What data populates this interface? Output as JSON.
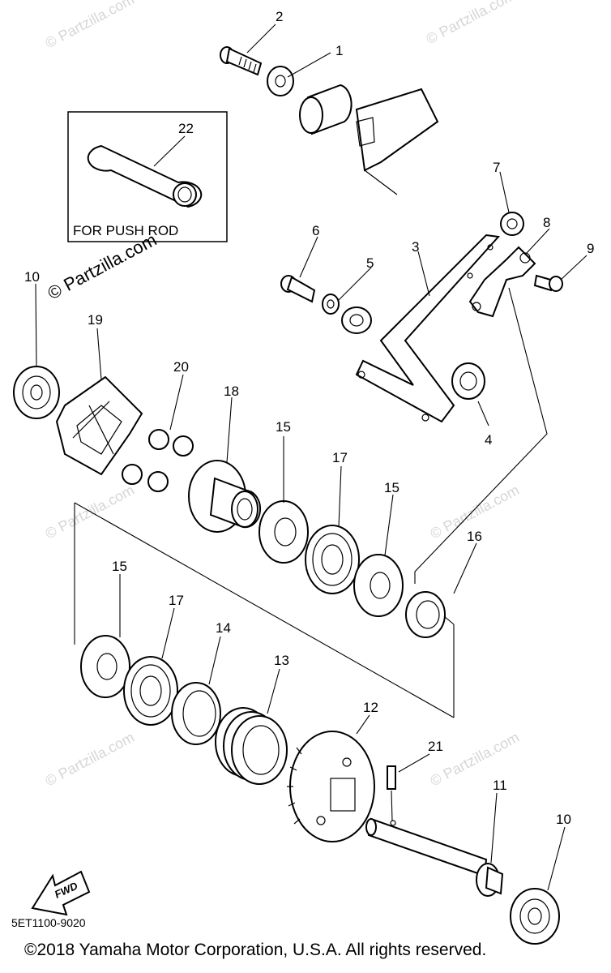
{
  "callouts": [
    "1",
    "2",
    "3",
    "4",
    "5",
    "6",
    "7",
    "8",
    "9",
    "10",
    "10",
    "11",
    "12",
    "13",
    "14",
    "15",
    "15",
    "15",
    "16",
    "17",
    "17",
    "18",
    "19",
    "20",
    "21",
    "22"
  ],
  "inset_label": "FOR PUSH ROD",
  "fwd_label": "FWD",
  "watermark": "© Partzilla.com",
  "diagram_code": "5ET1100-9020",
  "copyright": "©2018  Yamaha Motor Corporation, U.S.A. All rights reserved."
}
